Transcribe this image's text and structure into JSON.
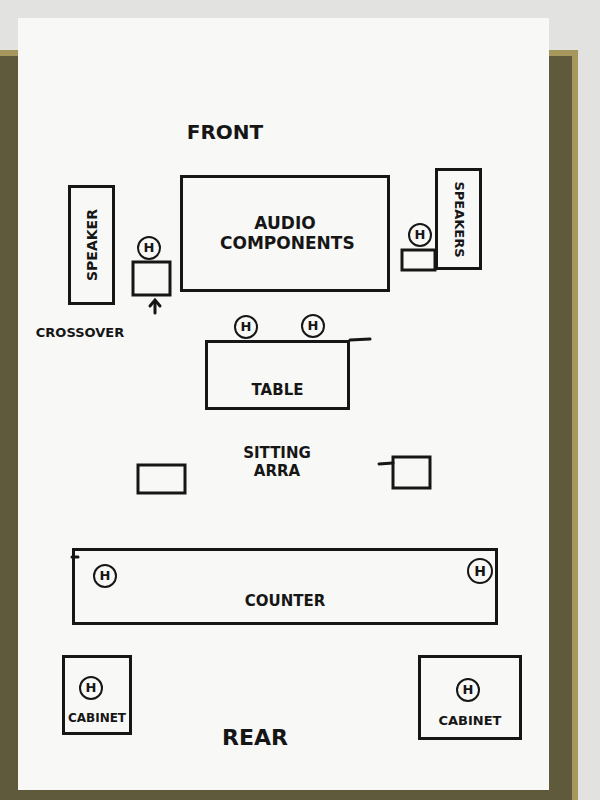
{
  "diagram": {
    "nodes": [
      {
        "text": [
          "SPEAKER"
        ]
      },
      {
        "text": [
          "H"
        ]
      },
      {
        "text": [
          "AUDIO COMPONENTS"
        ]
      },
      {
        "text": [
          "H"
        ]
      },
      {
        "text": [
          "SPEAKERS"
        ]
      },
      {
        "text": [
          "H"
        ]
      },
      {
        "text": [
          "H"
        ]
      },
      {
        "text": [
          "TABLE"
        ]
      },
      {
        "text": [
          "COUNTER"
        ]
      },
      {
        "text": [
          "H"
        ],
        "in": 8
      },
      {
        "text": [
          "H"
        ],
        "in": 8
      },
      {
        "text": [
          "CABINET"
        ]
      },
      {
        "text": [
          "H"
        ],
        "in": 11
      },
      {
        "text": [
          "CABINET"
        ]
      },
      {
        "text": [
          "H"
        ],
        "in": 13
      }
    ],
    "labels": [
      "FRONT",
      "CROSSOVER",
      "SITTING ARRA",
      "REAR"
    ]
  }
}
